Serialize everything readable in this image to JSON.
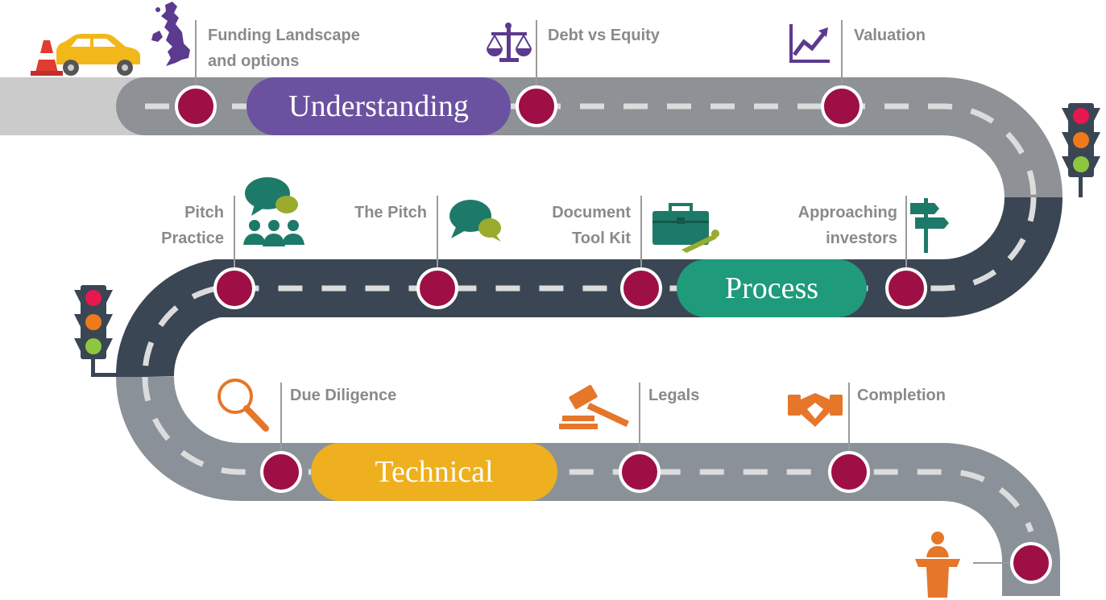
{
  "stages": {
    "understanding": {
      "label": "Understanding",
      "color": "#6b52a1"
    },
    "process": {
      "label": "Process",
      "color": "#1f9a7a"
    },
    "technical": {
      "label": "Technical",
      "color": "#eeb01e"
    }
  },
  "milestones": {
    "funding_line1": "Funding Landscape",
    "funding_line2": "and options",
    "debt_equity": "Debt vs Equity",
    "valuation": "Valuation",
    "pitch_practice_line1": "Pitch",
    "pitch_practice_line2": "Practice",
    "the_pitch": "The Pitch",
    "document_line1": "Document",
    "document_line2": "Tool Kit",
    "approaching_line1": "Approaching",
    "approaching_line2": "investors",
    "due_diligence": "Due Diligence",
    "legals": "Legals",
    "completion": "Completion"
  },
  "colors": {
    "road_light": "#8e9196",
    "road_dark": "#3a4653",
    "road_blue_grey": "#8a9199",
    "dash": "#dcdcdc",
    "marker": "#9e0f45",
    "label_text": "#8a8a8a",
    "icon_purple": "#5c3a8f",
    "icon_green": "#1e7a68",
    "icon_orange": "#e5762a",
    "car_yellow": "#f2b81a",
    "traffic_red": "#e8174f",
    "traffic_amber": "#ee7a1c",
    "traffic_green": "#8fc63f"
  },
  "icons": [
    "car-icon",
    "traffic-cone-icon",
    "uk-map-icon",
    "scales-icon",
    "growth-chart-icon",
    "team-chat-icon",
    "speech-bubbles-icon",
    "toolbox-icon",
    "signpost-icon",
    "magnifier-icon",
    "gavel-icon",
    "handshake-icon",
    "podium-speaker-icon",
    "traffic-light-icon"
  ]
}
